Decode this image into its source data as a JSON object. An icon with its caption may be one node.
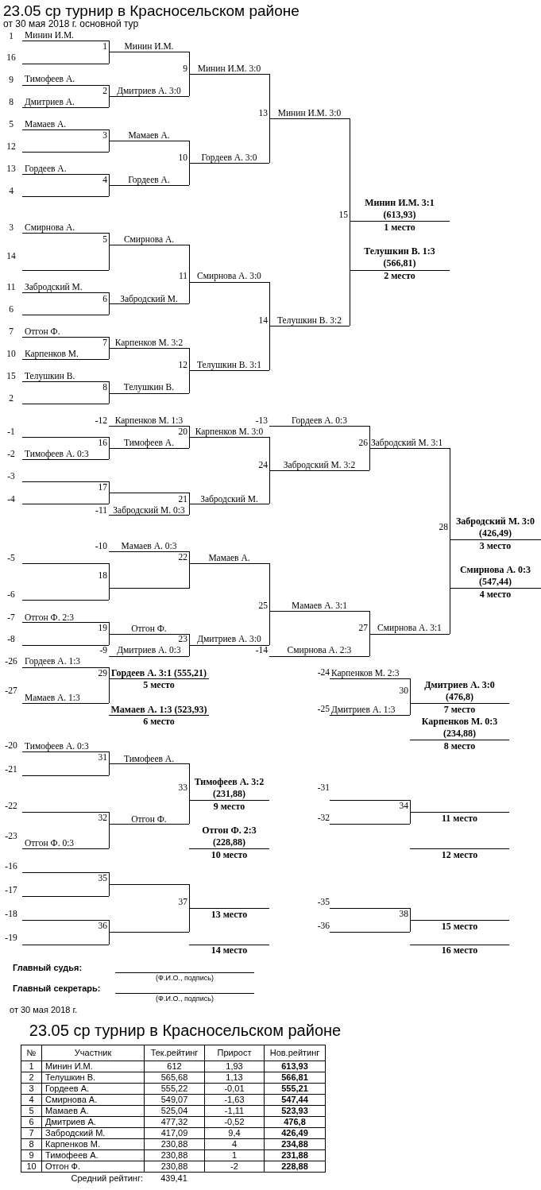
{
  "diagram": {
    "title": "23.05 ср турнир в Красносельском районе",
    "labels": [
      "от 30 мая 2018 г. основной тур",
      "1",
      "Минин И.М.",
      "1",
      "Минин И.М.",
      "16",
      "9",
      "Минин И.М. 3:0",
      "9",
      "Тимофеев А.",
      "2",
      "Дмитриев А. 3:0",
      "8",
      "Дмитриев А.",
      "13",
      "Минин И.М. 3:0",
      "5",
      "Мамаев А.",
      "3",
      "Мамаев А.",
      "12",
      "10",
      "Гордеев А. 3:0",
      "13",
      "Гордеев А.",
      "4",
      "Гордеев А.",
      "4",
      "Минин И.М. 3:1 (613,93)",
      "15",
      "3",
      "Смирнова А.",
      "1 место",
      "5",
      "Смирнова А.",
      "Телушкин В. 1:3 (566,81)",
      "14",
      "11",
      "Смирнова А. 3:0",
      "2 место",
      "11",
      "Забродский М.",
      "6",
      "Забродский М.",
      "6",
      "14",
      "Телушкин В. 3:2",
      "7",
      "Отгон Ф.",
      "7",
      "Карпенков М. 3:2",
      "10",
      "Карпенков М.",
      "12",
      "Телушкин В. 3:1",
      "15",
      "Телушкин В.",
      "8",
      "Телушкин В.",
      "2",
      "-12",
      "Карпенков М. 1:3",
      "-13",
      "Гордеев А. 0:3",
      "-1",
      "20",
      "Карпенков М. 3:0",
      "16",
      "Тимофеев А.",
      "26",
      "Забродский М. 3:1",
      "-2",
      "Тимофеев А. 0:3",
      "24",
      "Забродский М. 3:2",
      "-3",
      "17",
      "-4",
      "21",
      "Забродский М.",
      "-11",
      "Забродский М. 0:3",
      "Забродский М. 3:0 (426,49)",
      "28",
      "-10",
      "Мамаев А. 0:3",
      "3 место",
      "-5",
      "22",
      "Мамаев А.",
      "Смирнова А. 0:3 (547,44)",
      "18",
      "-6",
      "4 место",
      "25",
      "Мамаев А. 3:1",
      "-7",
      "Отгон Ф. 2:3",
      "19",
      "Отгон Ф.",
      "27",
      "Смирнова А. 3:1",
      "-8",
      "23",
      "Дмитриев А. 3:0",
      "-9",
      "Дмитриев А. 0:3",
      "-14",
      "Смирнова А. 2:3",
      "-26",
      "Гордеев А. 1:3",
      "29",
      "Гордеев А. 3:1 (555,21)",
      "-24",
      "Карпенков М. 2:3",
      "5 место",
      "Дмитриев А. 3:0 (476,8)",
      "-27",
      "30",
      "Мамаев А. 1:3",
      "Мамаев А. 1:3 (523,93)",
      "-25",
      "Дмитриев А. 1:3",
      "7 место",
      "6 место",
      "Карпенков М. 0:3 (234,88)",
      "-20",
      "Тимофеев А. 0:3",
      "8 место",
      "31",
      "Тимофеев А.",
      "-21",
      "Тимофеев А. 3:2 (231,88)",
      "33",
      "-31",
      "-22",
      "9 место",
      "34",
      "32",
      "Отгон Ф.",
      "-32",
      "11 место",
      "Отгон Ф. 2:3 (228,88)",
      "-23",
      "Отгон Ф. 0:3",
      "10 место",
      "12 место",
      "-16",
      "35",
      "-17",
      "37",
      "-35",
      "-18",
      "13 место",
      "38",
      "36",
      "-36",
      "15 место",
      "-19",
      "14 место",
      "16 место",
      "Главный судья:",
      "(Ф.И.О., подпись)",
      "Главный секретарь:",
      "(Ф.И.О., подпись)",
      "от 30 мая 2018 г.",
      "23.05 ср турнир в Красносельском районе",
      "№",
      "Участник",
      "Тек.рейтинг",
      "Прирост",
      "Нов.рейтинг",
      "1",
      "Минин И.М.",
      "612",
      "1,93",
      "613,93",
      "2",
      "Телушкин В.",
      "565,68",
      "1,13",
      "566,81",
      "3",
      "Гордеев А.",
      "555,22",
      "-0,01",
      "555,21",
      "4",
      "Смирнова А.",
      "549,07",
      "-1,63",
      "547,44",
      "5",
      "Мамаев А.",
      "525,04",
      "-1,11",
      "523,93",
      "6",
      "Дмитриев А.",
      "477,32",
      "-0,52",
      "476,8",
      "7",
      "Забродский М.",
      "417,09",
      "9,4",
      "426,49",
      "8",
      "Карпенков М.",
      "230,88",
      "4",
      "234,88",
      "9",
      "Тимофеев А.",
      "230,88",
      "1",
      "231,88",
      "10",
      "Отгон Ф.",
      "230,88",
      "-2",
      "228,88",
      "Средний рейтинг:",
      "439,41"
    ]
  }
}
